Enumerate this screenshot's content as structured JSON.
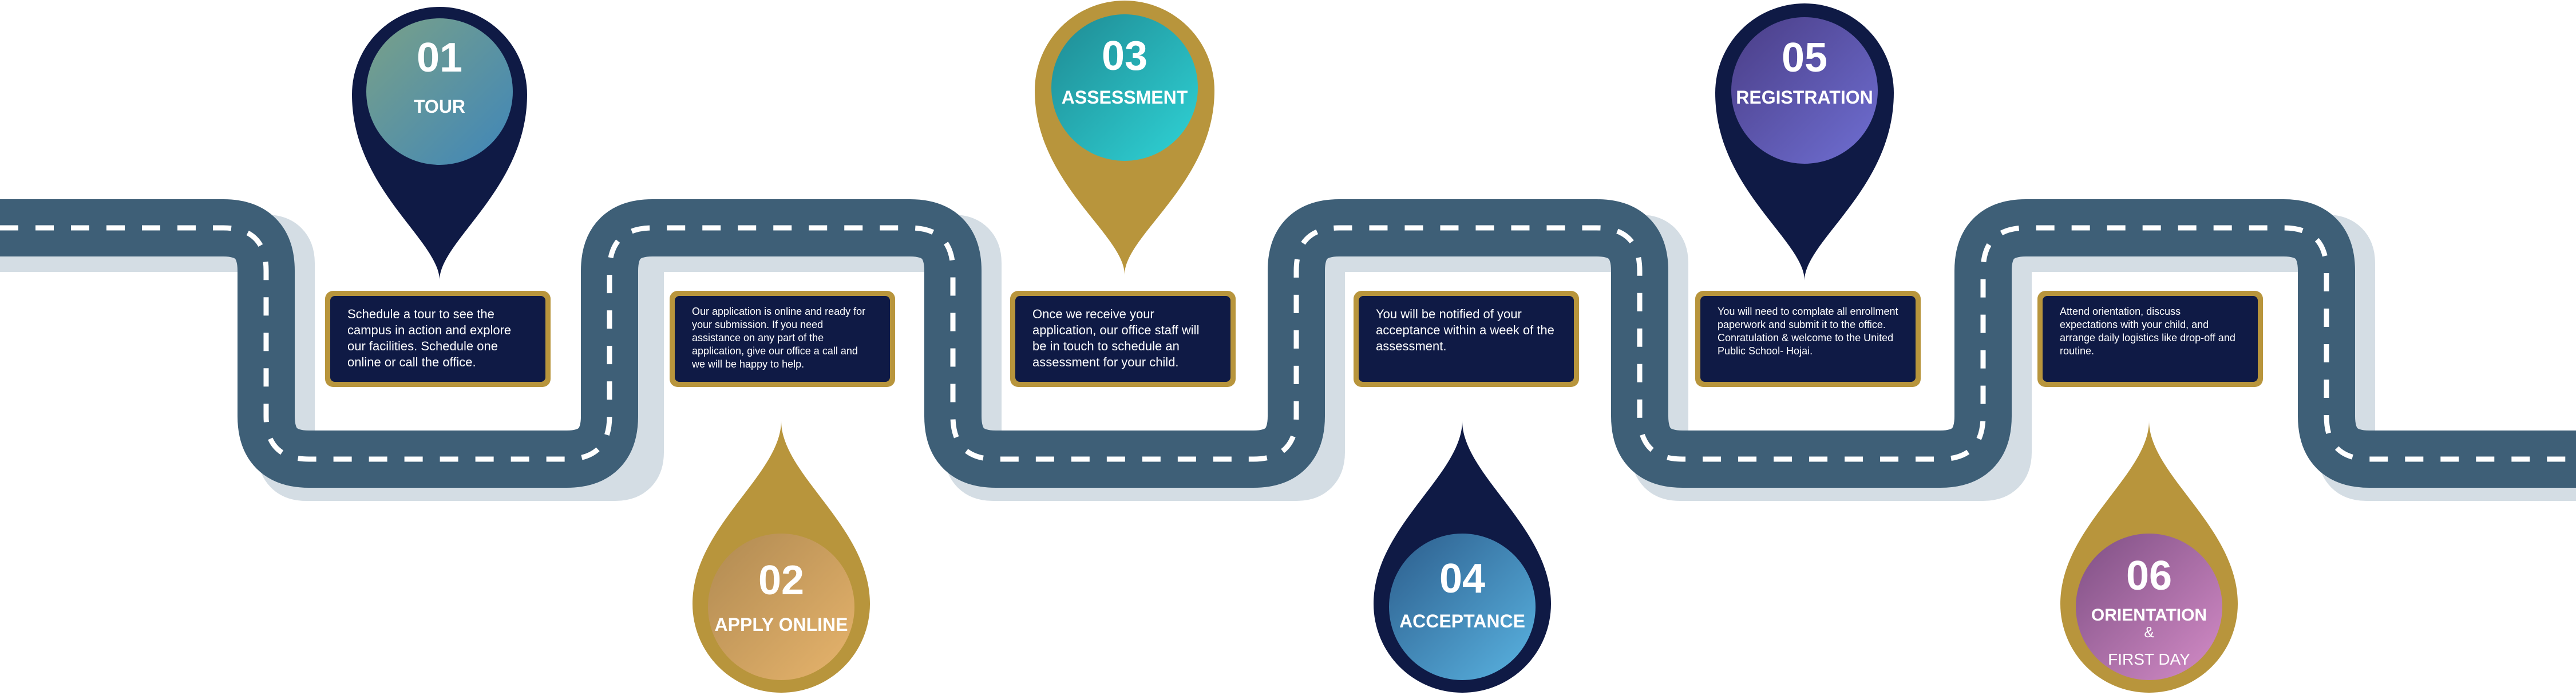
{
  "colors": {
    "road": "#3e5f77",
    "road_shadow": "#d4dde4",
    "road_marking": "#ffffff",
    "navy": "#0f1a45",
    "gold": "#b8953c",
    "card_border": "#b8953c",
    "card_fill": "#0f1a45"
  },
  "steps": [
    {
      "number": "01",
      "title": "TOUR",
      "subtitle": "",
      "pin_color": "#0f1a45",
      "circle_gradient": [
        "#7aa188",
        "#3f86b9"
      ],
      "description": "Schedule a tour to see the campus in action and explore our facilities. Schedule one online or call the office."
    },
    {
      "number": "02",
      "title": "APPLY ONLINE",
      "subtitle": "",
      "pin_color": "#b8953c",
      "circle_gradient": [
        "#b08a52",
        "#e7b46c"
      ],
      "description": "Our application is online and ready for your submission. If you need assistance on any part of the application, give our office a  call and we will be happy to help."
    },
    {
      "number": "03",
      "title": "ASSESSMENT",
      "subtitle": "",
      "pin_color": "#b8953c",
      "circle_gradient": [
        "#1f8a93",
        "#2fd3d6"
      ],
      "description": "Once we receive your application, our office staff will be in touch to schedule an assessment for your child."
    },
    {
      "number": "04",
      "title": "ACCEPTANCE",
      "subtitle": "",
      "pin_color": "#0f1a45",
      "circle_gradient": [
        "#2c5d8c",
        "#5ab4e2"
      ],
      "description": "You will be notified of your acceptance within a week of the assessment."
    },
    {
      "number": "05",
      "title": "REGISTRATION",
      "subtitle": "",
      "pin_color": "#0f1a45",
      "circle_gradient": [
        "#4a3d86",
        "#6f6fd3"
      ],
      "description": "You will need to complate all enrollment paperwork and submit it to the office. Conratulation & welcome to the United Public School- Hojai."
    },
    {
      "number": "06",
      "title": "ORIENTATION",
      "amp": "&",
      "subtitle": "FIRST DAY",
      "pin_color": "#b8953c",
      "circle_gradient": [
        "#7e4f84",
        "#d48cc7"
      ],
      "description": "Attend orientation, discuss expectations with your child, and arrange daily logistics like drop-off and routine."
    }
  ]
}
